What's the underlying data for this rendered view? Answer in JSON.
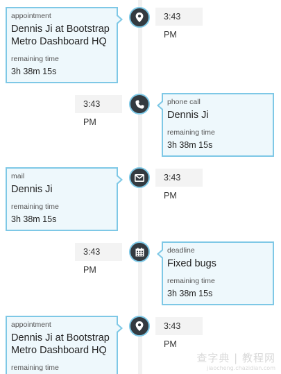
{
  "events": [
    {
      "type": "appointment",
      "title_lines": [
        "Dennis Ji at Bootstrap",
        "Metro Dashboard HQ"
      ],
      "remaining_label": "remaining time",
      "remaining_value": "3h 38m 15s",
      "time": "3:43 PM",
      "icon": "map-marker-icon"
    },
    {
      "type": "phone call",
      "title_lines": [
        "Dennis Ji"
      ],
      "remaining_label": "remaining time",
      "remaining_value": "3h 38m 15s",
      "time": "3:43 PM",
      "icon": "phone-icon"
    },
    {
      "type": "mail",
      "title_lines": [
        "Dennis Ji"
      ],
      "remaining_label": "remaining time",
      "remaining_value": "3h 38m 15s",
      "time": "3:43 PM",
      "icon": "envelope-icon"
    },
    {
      "type": "deadline",
      "title_lines": [
        "Fixed bugs"
      ],
      "remaining_label": "remaining time",
      "remaining_value": "3h 38m 15s",
      "time": "3:43 PM",
      "icon": "calendar-icon"
    },
    {
      "type": "appointment",
      "title_lines": [
        "Dennis Ji at Bootstrap",
        "Metro Dashboard HQ"
      ],
      "remaining_label": "remaining time",
      "remaining_value": "",
      "time": "3:43 PM",
      "icon": "map-marker-icon"
    }
  ],
  "watermark": {
    "main": "查字典 | 教程网",
    "sub": "jiaocheng.chazidian.com"
  },
  "colors": {
    "card_bg": "#eef8fc",
    "card_border": "#7ec8e6",
    "node_bg": "#333a40",
    "axis": "#f1f1f1",
    "time_bg": "#f3f3f3"
  }
}
